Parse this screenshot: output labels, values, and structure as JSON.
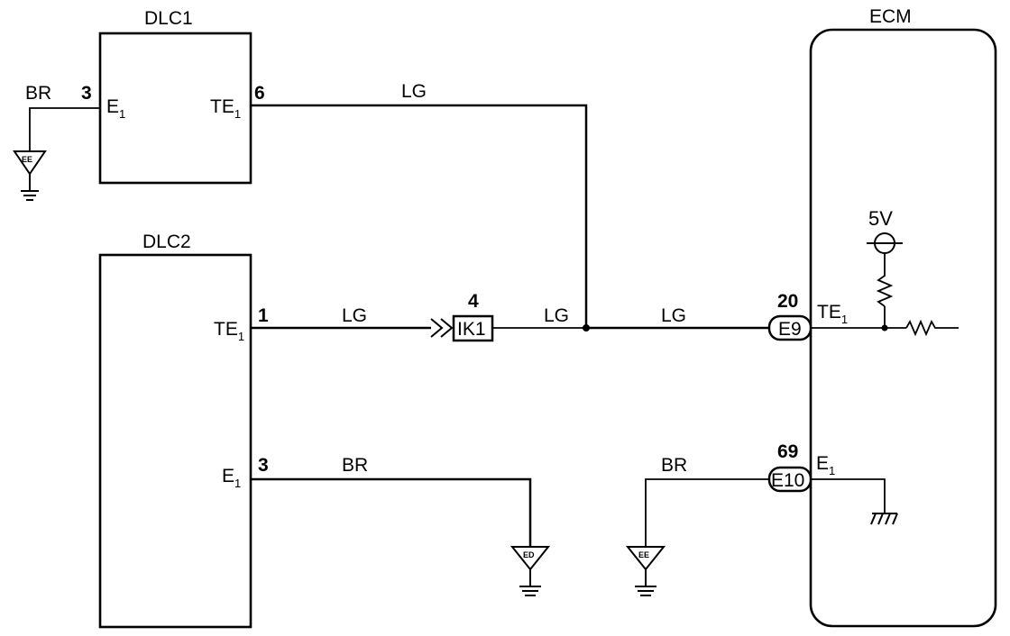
{
  "blocks": {
    "dlc1": "DLC1",
    "dlc2": "DLC2",
    "ecm": "ECM"
  },
  "terminals": {
    "dlc1_e1": "E",
    "dlc1_te1": "TE",
    "dlc2_te1": "TE",
    "dlc2_e1": "E",
    "ecm_te1": "TE",
    "ecm_e1": "E",
    "subscript": "1"
  },
  "pins": {
    "dlc1_e1": "3",
    "dlc1_te1": "6",
    "dlc2_te1": "1",
    "dlc2_e1": "3",
    "junction": "4",
    "ecm_te1": "20",
    "ecm_e1": "69"
  },
  "wire_colors": {
    "dlc1_ground": "BR",
    "dlc1_te1": "LG",
    "dlc2_te1_a": "LG",
    "dlc2_te1_b": "LG",
    "ecm_te1": "LG",
    "dlc2_e1": "BR",
    "ecm_e1": "BR"
  },
  "connectors": {
    "junction": "IK1",
    "ecm_te1": "E9",
    "ecm_e1": "E10"
  },
  "grounds": {
    "dlc1": "EE",
    "dlc2": "ED",
    "ecm_ext": "EE"
  },
  "supply": "5V"
}
